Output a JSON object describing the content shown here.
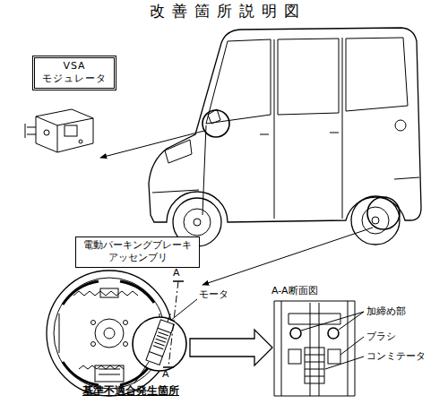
{
  "diagram": {
    "title": "改善箇所説明図",
    "nodes": [
      {
        "text": [
          "VSA モジュレータ"
        ]
      },
      {
        "text": [
          "電動パーキングブレーキ アッセンブリ"
        ]
      }
    ],
    "labels": [
      "A",
      "A",
      "モータ",
      "A-A断面図",
      "加締め部",
      "ブラシ",
      "コンミテータ",
      "基準不適合発生箇所"
    ]
  }
}
